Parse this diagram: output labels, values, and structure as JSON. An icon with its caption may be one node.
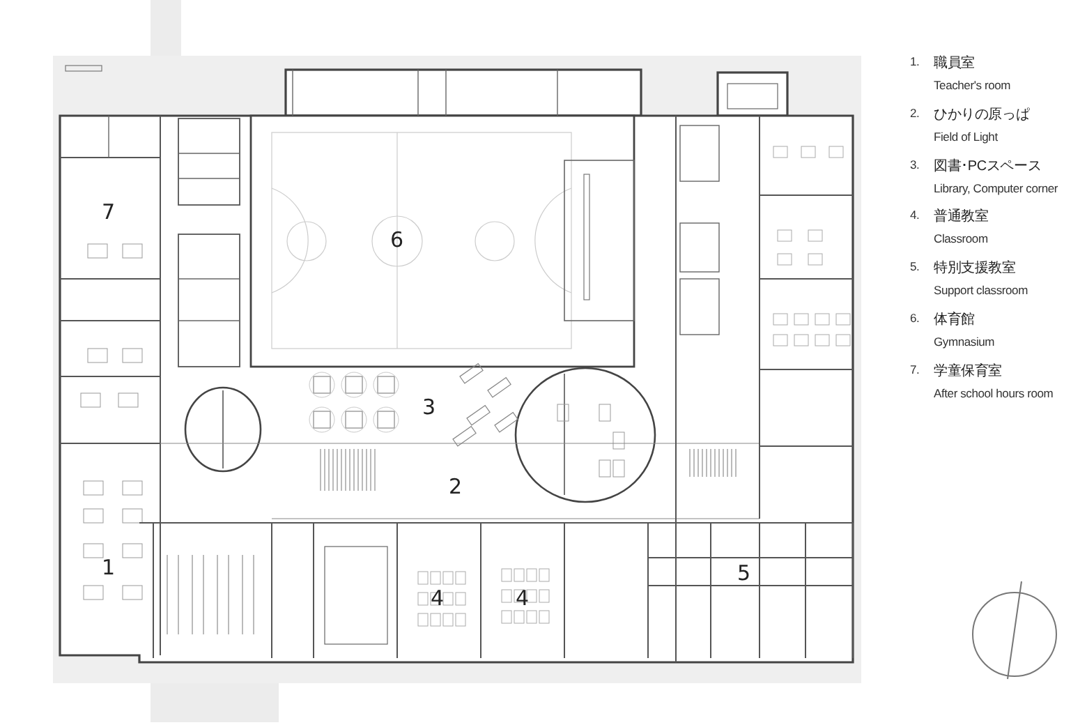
{
  "diagram": {
    "labels": [
      "7",
      "6",
      "3",
      "2",
      "5",
      "1",
      "4",
      "4",
      "1.",
      "職員室",
      "Teacher's room",
      "2.",
      "ひかりの原っぱ",
      "Field of Light",
      "3.",
      "図書･PCスペース",
      "Library, Computer corner",
      "4.",
      "普通教室",
      "Classroom",
      "5.",
      "特別支援教室",
      "Support classroom",
      "6.",
      "体育館",
      "Gymnasium",
      "7.",
      "学童保育室",
      "After school hours room"
    ]
  }
}
